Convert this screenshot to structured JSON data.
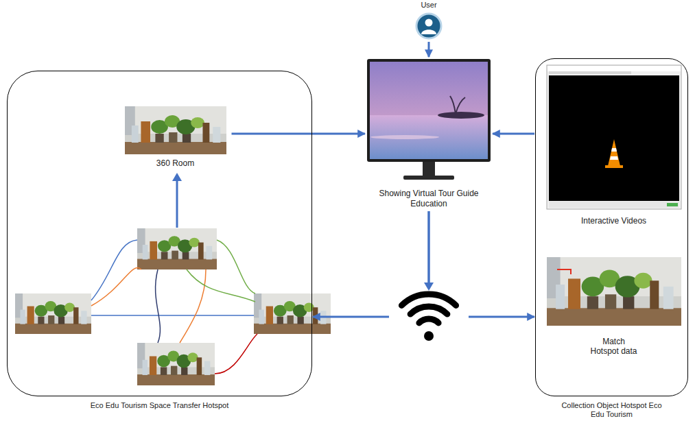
{
  "diagram": {
    "nodes": [
      {
        "text": [
          "Eco Edu Tourism Space Transfer Hotspot"
        ]
      },
      {
        "text": [
          "360 Room"
        ],
        "in": 0
      },
      {
        "text": [
          "User"
        ]
      },
      {
        "text": [
          "Showing Virtual Tour Guide Education"
        ]
      },
      {
        "text": [
          "Collection Object Hotspot Eco Edu Tourism"
        ]
      },
      {
        "text": [
          "Interactive Videos"
        ],
        "in": 4
      },
      {
        "text": [
          "Match Hotspot data"
        ],
        "in": 4
      }
    ],
    "edges": [
      {
        "from": 2,
        "to": 3,
        "arrow": "to"
      },
      {
        "from": 1,
        "to": 3,
        "arrow": "to"
      },
      {
        "from": 4,
        "to": 3,
        "arrow": "to"
      },
      {
        "from": 3,
        "to": 0,
        "arrow": "to"
      },
      {
        "from": 3,
        "to": 4,
        "arrow": "to"
      }
    ]
  }
}
